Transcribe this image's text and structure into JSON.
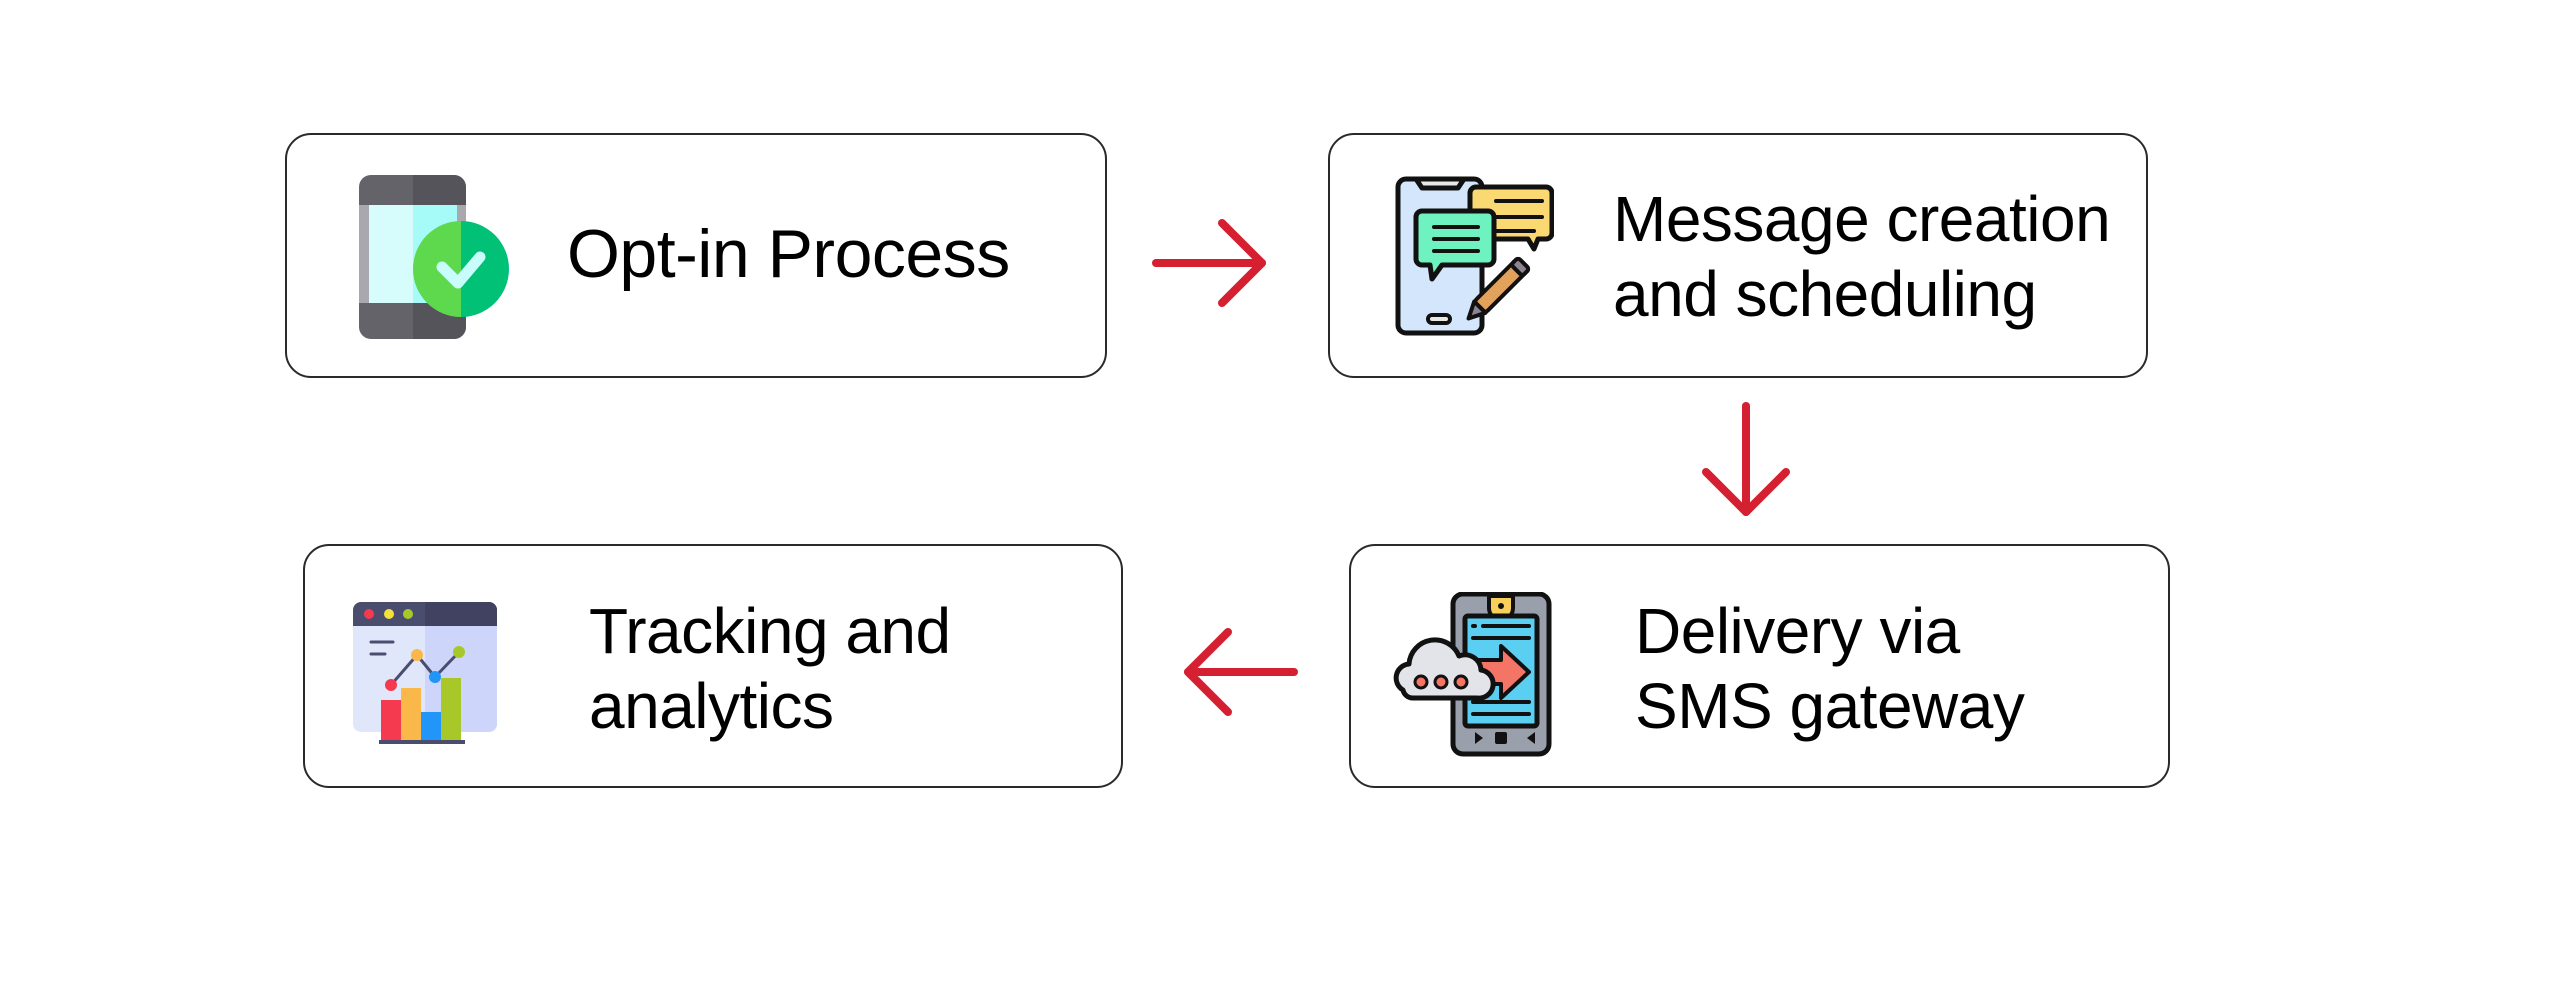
{
  "diagram": {
    "type": "process-flow",
    "colors": {
      "arrow": "#D42030",
      "box_border": "#2a2a2a",
      "text": "#000000"
    },
    "steps": [
      {
        "id": "optin",
        "label_lines": [
          "Opt-in Process"
        ],
        "icon": "phone-check-icon"
      },
      {
        "id": "message",
        "label_lines": [
          "Message creation",
          "and scheduling"
        ],
        "icon": "phone-chat-pencil-icon"
      },
      {
        "id": "delivery",
        "label_lines": [
          "Delivery via",
          "SMS gateway"
        ],
        "icon": "cloud-phone-transfer-icon"
      },
      {
        "id": "tracking",
        "label_lines": [
          "Tracking and",
          "analytics"
        ],
        "icon": "analytics-dashboard-icon"
      }
    ],
    "connections": [
      {
        "from": "optin",
        "to": "message",
        "direction": "right"
      },
      {
        "from": "message",
        "to": "delivery",
        "direction": "down"
      },
      {
        "from": "delivery",
        "to": "tracking",
        "direction": "left"
      }
    ]
  }
}
